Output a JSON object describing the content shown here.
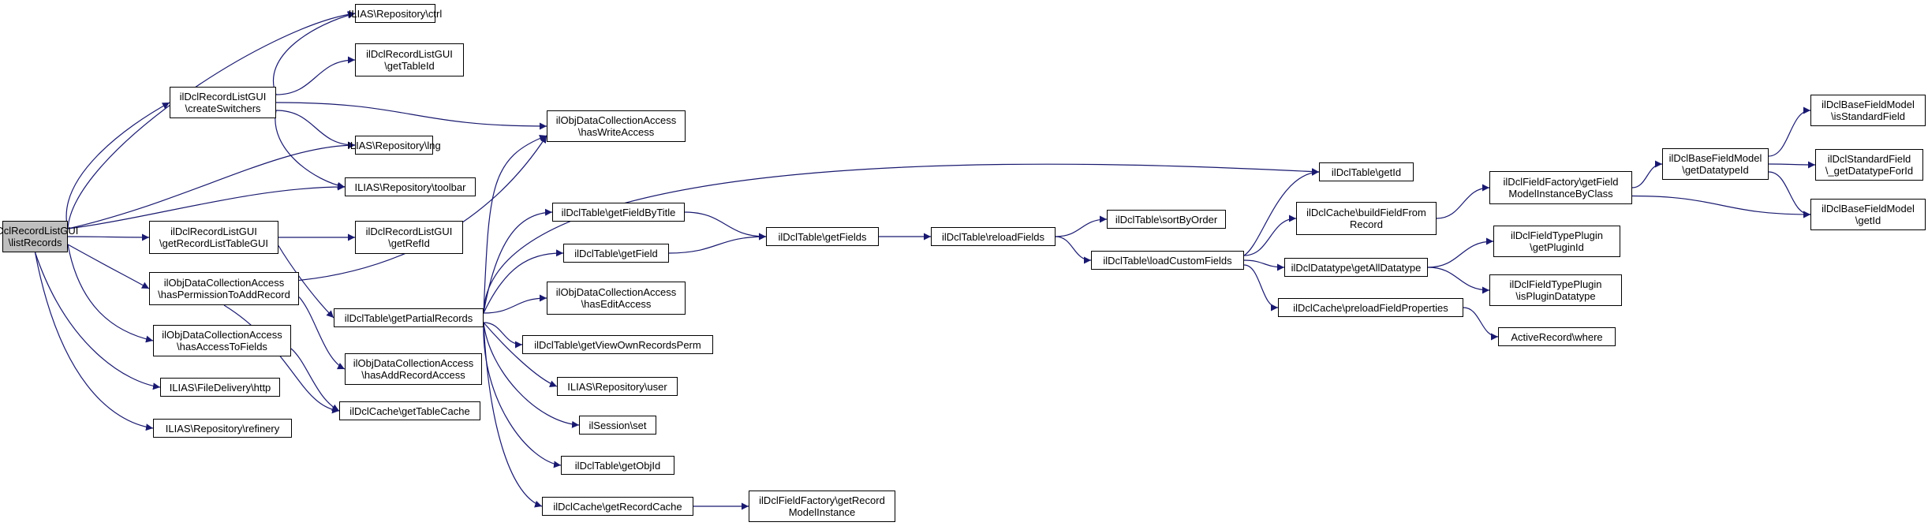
{
  "colors": {
    "edge": "#191970",
    "root_fill": "#bfbfbf",
    "node_fill": "#ffffff",
    "border": "#000000"
  },
  "nodes": [
    {
      "id": "root",
      "lines": [
        "ilDclRecordListGUI",
        "\\listRecords"
      ],
      "root": true
    },
    {
      "id": "n1",
      "lines": [
        "ILIAS\\Repository\\ctrl"
      ]
    },
    {
      "id": "n2",
      "lines": [
        "ilDclRecordListGUI",
        "\\getTableId"
      ]
    },
    {
      "id": "n3",
      "lines": [
        "ilDclRecordListGUI",
        "\\createSwitchers"
      ]
    },
    {
      "id": "n4",
      "lines": [
        "ilObjDataCollectionAccess",
        "\\hasWriteAccess"
      ]
    },
    {
      "id": "n5",
      "lines": [
        "ILIAS\\Repository\\lng"
      ]
    },
    {
      "id": "n6",
      "lines": [
        "ILIAS\\Repository\\toolbar"
      ]
    },
    {
      "id": "n7",
      "lines": [
        "ilDclRecordListGUI",
        "\\getRecordListTableGUI"
      ]
    },
    {
      "id": "n8",
      "lines": [
        "ilDclRecordListGUI",
        "\\getRefId"
      ]
    },
    {
      "id": "n9",
      "lines": [
        "ilObjDataCollectionAccess",
        "\\hasPermissionToAddRecord"
      ]
    },
    {
      "id": "n10",
      "lines": [
        "ilDclTable\\getPartialRecords"
      ]
    },
    {
      "id": "n11",
      "lines": [
        "ilObjDataCollectionAccess",
        "\\hasAccessToFields"
      ]
    },
    {
      "id": "n12",
      "lines": [
        "ilObjDataCollectionAccess",
        "\\hasAddRecordAccess"
      ]
    },
    {
      "id": "n13",
      "lines": [
        "ILIAS\\FileDelivery\\http"
      ]
    },
    {
      "id": "n14",
      "lines": [
        "ilDclCache\\getTableCache"
      ]
    },
    {
      "id": "n15",
      "lines": [
        "ILIAS\\Repository\\refinery"
      ]
    },
    {
      "id": "n16",
      "lines": [
        "ilDclTable\\getFieldByTitle"
      ]
    },
    {
      "id": "n17",
      "lines": [
        "ilDclTable\\getField"
      ]
    },
    {
      "id": "n18",
      "lines": [
        "ilObjDataCollectionAccess",
        "\\hasEditAccess"
      ]
    },
    {
      "id": "n19",
      "lines": [
        "ilDclTable\\getViewOwnRecordsPerm"
      ]
    },
    {
      "id": "n20",
      "lines": [
        "ILIAS\\Repository\\user"
      ]
    },
    {
      "id": "n21",
      "lines": [
        "ilSession\\set"
      ]
    },
    {
      "id": "n22",
      "lines": [
        "ilDclTable\\getObjId"
      ]
    },
    {
      "id": "n23",
      "lines": [
        "ilDclCache\\getRecordCache"
      ]
    },
    {
      "id": "n24",
      "lines": [
        "ilDclFieldFactory\\getRecord",
        "ModelInstance"
      ]
    },
    {
      "id": "n25",
      "lines": [
        "ilDclTable\\getFields"
      ]
    },
    {
      "id": "n26",
      "lines": [
        "ilDclTable\\reloadFields"
      ]
    },
    {
      "id": "n27",
      "lines": [
        "ilDclTable\\sortByOrder"
      ]
    },
    {
      "id": "n28",
      "lines": [
        "ilDclTable\\loadCustomFields"
      ]
    },
    {
      "id": "n29",
      "lines": [
        "ilDclTable\\getId"
      ]
    },
    {
      "id": "n30",
      "lines": [
        "ilDclCache\\buildFieldFrom",
        "Record"
      ]
    },
    {
      "id": "n31",
      "lines": [
        "ilDclDatatype\\getAllDatatype"
      ]
    },
    {
      "id": "n32",
      "lines": [
        "ilDclCache\\preloadFieldProperties"
      ]
    },
    {
      "id": "n33",
      "lines": [
        "ilDclFieldFactory\\getField",
        "ModelInstanceByClass"
      ]
    },
    {
      "id": "n34",
      "lines": [
        "ilDclFieldTypePlugin",
        "\\getPluginId"
      ]
    },
    {
      "id": "n35",
      "lines": [
        "ilDclFieldTypePlugin",
        "\\isPluginDatatype"
      ]
    },
    {
      "id": "n36",
      "lines": [
        "ActiveRecord\\where"
      ]
    },
    {
      "id": "n37",
      "lines": [
        "ilDclBaseFieldModel",
        "\\getDatatypeId"
      ]
    },
    {
      "id": "n38",
      "lines": [
        "ilDclBaseFieldModel",
        "\\isStandardField"
      ]
    },
    {
      "id": "n39",
      "lines": [
        "ilDclStandardField",
        "\\_getDatatypeForId"
      ]
    },
    {
      "id": "n40",
      "lines": [
        "ilDclBaseFieldModel",
        "\\getId"
      ]
    }
  ]
}
